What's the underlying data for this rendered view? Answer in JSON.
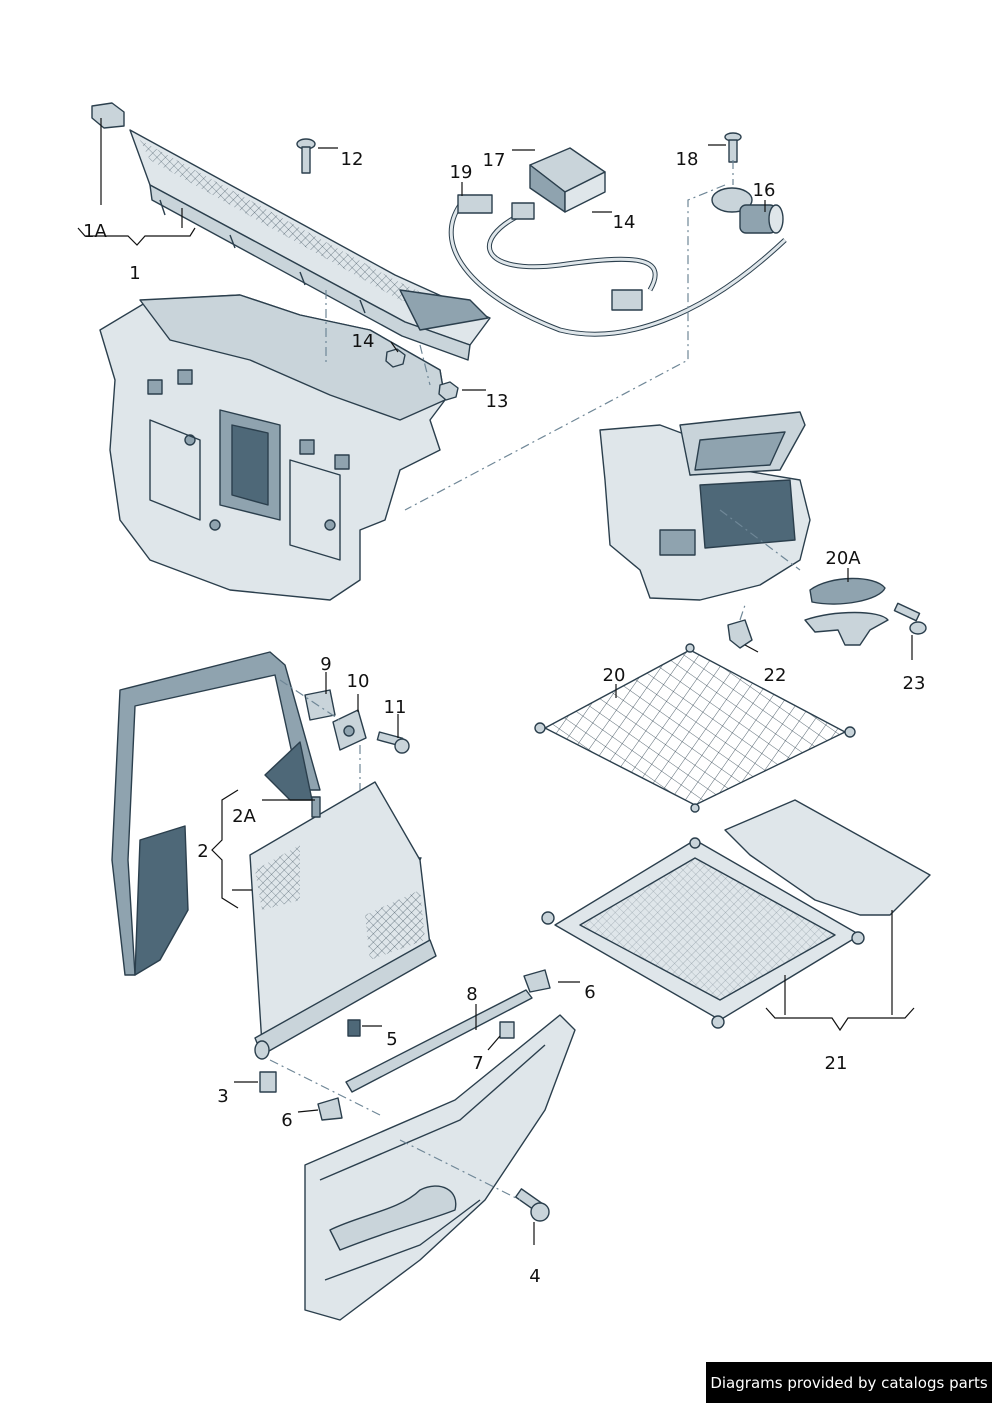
{
  "labels": {
    "l1": "1",
    "l1a": "1A",
    "l2": "2",
    "l2a": "2A",
    "l3": "3",
    "l4": "4",
    "l5": "5",
    "l6a": "6",
    "l6b": "6",
    "l7": "7",
    "l8": "8",
    "l9": "9",
    "l10": "10",
    "l11": "11",
    "l12": "12",
    "l13": "13",
    "l14a": "14",
    "l14b": "14",
    "l16": "16",
    "l17": "17",
    "l18": "18",
    "l19": "19",
    "l20": "20",
    "l20a": "20A",
    "l21": "21",
    "l22": "22",
    "l23": "23"
  },
  "footer": {
    "text": "Diagrams provided by catalogs parts"
  }
}
